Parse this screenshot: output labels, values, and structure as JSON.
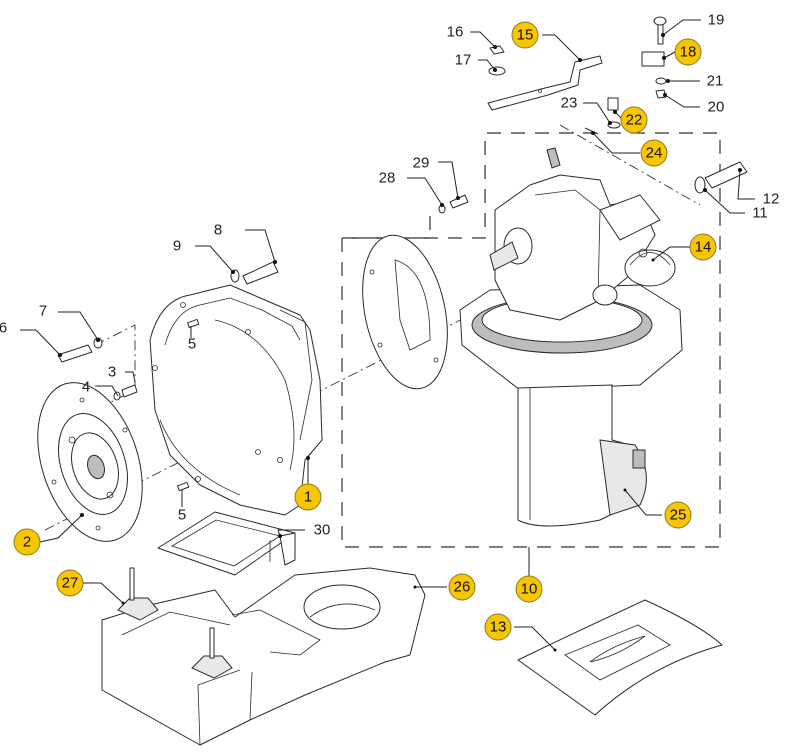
{
  "diagram": {
    "title": "Drive unit installation - exploded parts view",
    "callout_color": "#f7c600",
    "highlighted_callouts": [
      {
        "id": "1",
        "label": "1"
      },
      {
        "id": "2",
        "label": "2"
      },
      {
        "id": "10",
        "label": "10"
      },
      {
        "id": "13",
        "label": "13"
      },
      {
        "id": "14",
        "label": "14"
      },
      {
        "id": "15",
        "label": "15"
      },
      {
        "id": "18",
        "label": "18"
      },
      {
        "id": "22",
        "label": "22"
      },
      {
        "id": "24",
        "label": "24"
      },
      {
        "id": "25",
        "label": "25"
      },
      {
        "id": "26",
        "label": "26"
      },
      {
        "id": "27",
        "label": "27"
      }
    ],
    "plain_labels": [
      {
        "id": "3",
        "label": "3"
      },
      {
        "id": "4",
        "label": "4"
      },
      {
        "id": "5a",
        "label": "5"
      },
      {
        "id": "5b",
        "label": "5"
      },
      {
        "id": "6",
        "label": "6"
      },
      {
        "id": "7",
        "label": "7"
      },
      {
        "id": "8",
        "label": "8"
      },
      {
        "id": "9",
        "label": "9"
      },
      {
        "id": "11",
        "label": "11"
      },
      {
        "id": "12",
        "label": "12"
      },
      {
        "id": "16",
        "label": "16"
      },
      {
        "id": "17",
        "label": "17"
      },
      {
        "id": "19",
        "label": "19"
      },
      {
        "id": "20",
        "label": "20"
      },
      {
        "id": "21",
        "label": "21"
      },
      {
        "id": "23",
        "label": "23"
      },
      {
        "id": "28",
        "label": "28"
      },
      {
        "id": "29",
        "label": "29"
      },
      {
        "id": "30",
        "label": "30"
      }
    ]
  }
}
